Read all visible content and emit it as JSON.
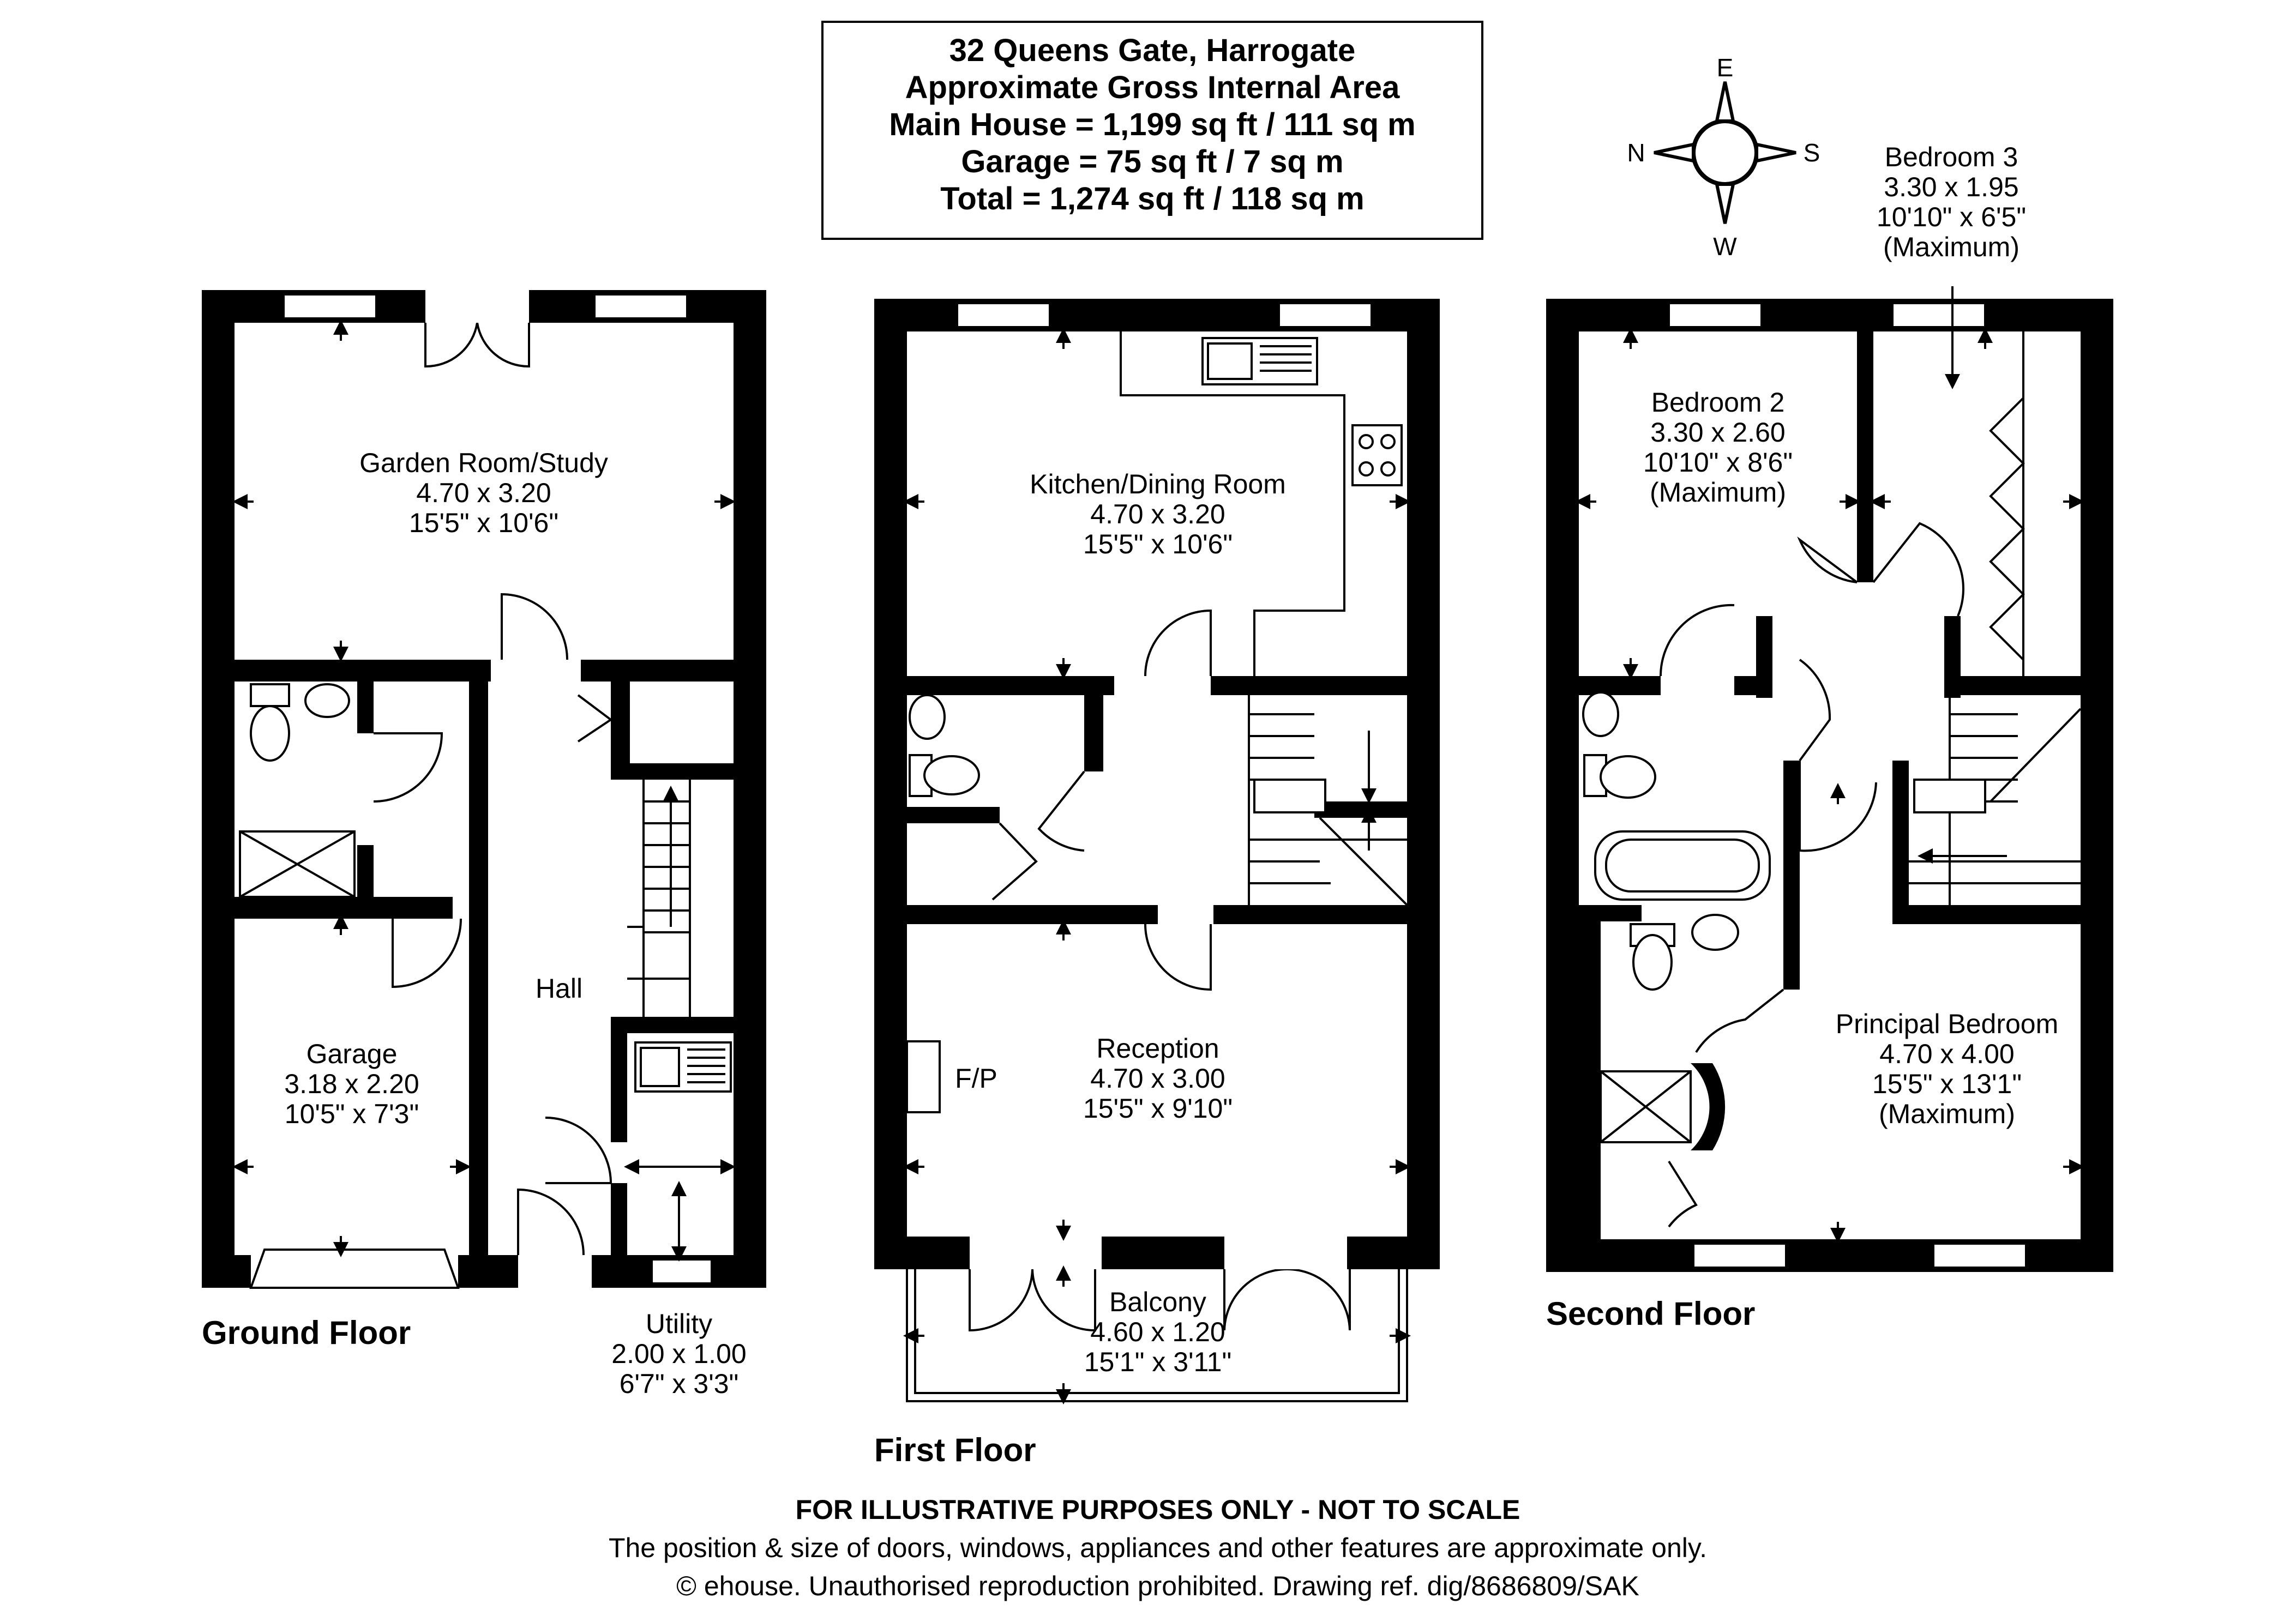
{
  "header": {
    "address": "32 Queens Gate, Harrogate",
    "area_title": "Approximate Gross Internal Area",
    "main_house": "Main House = 1,199 sq ft / 111 sq m",
    "garage": "Garage = 75 sq ft / 7 sq m",
    "total": "Total = 1,274 sq ft / 118 sq m"
  },
  "compass": {
    "n": "N",
    "e": "E",
    "s": "S",
    "w": "W"
  },
  "ground_floor": {
    "label": "Ground Floor",
    "garden_room": {
      "name": "Garden Room/Study",
      "metric": "4.70 x 3.20",
      "imperial": "15'5\" x 10'6\""
    },
    "garage": {
      "name": "Garage",
      "metric": "3.18 x 2.20",
      "imperial": "10'5\" x 7'3\""
    },
    "hall": {
      "name": "Hall"
    },
    "utility": {
      "name": "Utility",
      "metric": "2.00 x 1.00",
      "imperial": "6'7\" x 3'3\""
    }
  },
  "first_floor": {
    "label": "First Floor",
    "kitchen": {
      "name": "Kitchen/Dining  Room",
      "metric": "4.70 x 3.20",
      "imperial": "15'5\" x 10'6\""
    },
    "reception": {
      "name": "Reception",
      "metric": "4.70 x 3.00",
      "imperial": "15'5\" x 9'10\""
    },
    "fireplace": "F/P",
    "balcony": {
      "name": "Balcony",
      "metric": "4.60 x 1.20",
      "imperial": "15'1\" x 3'11\""
    }
  },
  "second_floor": {
    "label": "Second Floor",
    "bedroom2": {
      "name": "Bedroom 2",
      "metric": "3.30 x 2.60",
      "imperial": "10'10\" x 8'6\"",
      "note": "(Maximum)"
    },
    "bedroom3": {
      "name": "Bedroom 3",
      "metric": "3.30 x 1.95",
      "imperial": "10'10\" x 6'5\"",
      "note": "(Maximum)"
    },
    "principal": {
      "name": "Principal Bedroom",
      "metric": "4.70 x 4.00",
      "imperial": "15'5\" x 13'1\"",
      "note": "(Maximum)"
    }
  },
  "footer": {
    "disclaimer": "FOR ILLUSTRATIVE PURPOSES ONLY - NOT TO SCALE",
    "note": "The position & size of doors, windows, appliances and other features are approximate only.",
    "copyright": "© ehouse. Unauthorised reproduction prohibited. Drawing ref. dig/8686809/SAK"
  }
}
